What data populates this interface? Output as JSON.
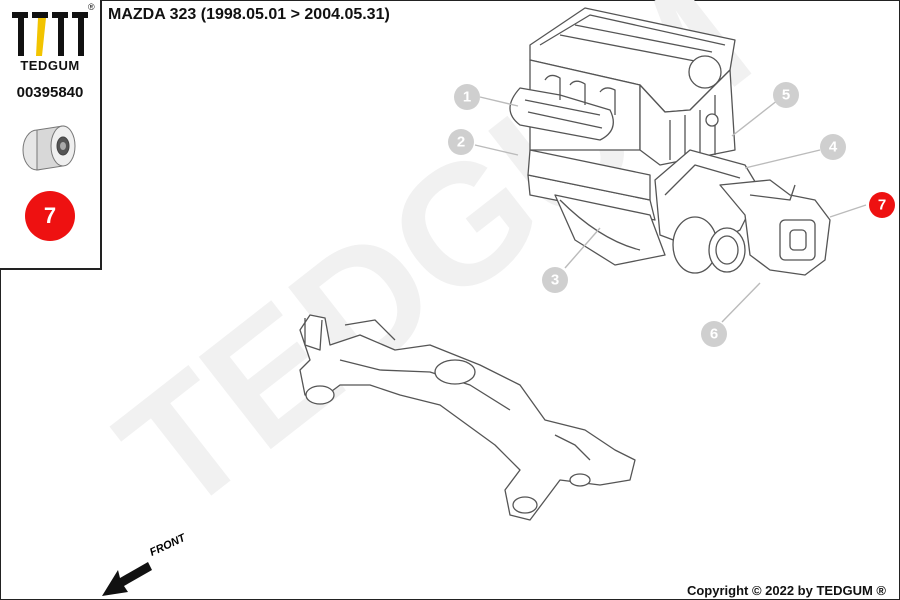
{
  "brand": {
    "name": "TEDGUM",
    "reg_mark": "®"
  },
  "part": {
    "number": "00395840",
    "position_badge": "7"
  },
  "header": {
    "title": "MAZDA 323  (1998.05.01 > 2004.05.31)"
  },
  "watermark": "TEDGUM",
  "footer": {
    "copyright": "Copyright © 2022 by TEDGUM ®",
    "front_label": "FRONT"
  },
  "colors": {
    "accent": "#ee1111",
    "callout": "#cfcfcf",
    "watermark": "#f0f0f0",
    "line": "#555555"
  },
  "callouts": [
    {
      "id": 1,
      "label": "1",
      "active": false
    },
    {
      "id": 2,
      "label": "2",
      "active": false
    },
    {
      "id": 3,
      "label": "3",
      "active": false
    },
    {
      "id": 4,
      "label": "4",
      "active": false
    },
    {
      "id": 5,
      "label": "5",
      "active": false
    },
    {
      "id": 6,
      "label": "6",
      "active": false
    },
    {
      "id": 7,
      "label": "7",
      "active": true
    }
  ]
}
